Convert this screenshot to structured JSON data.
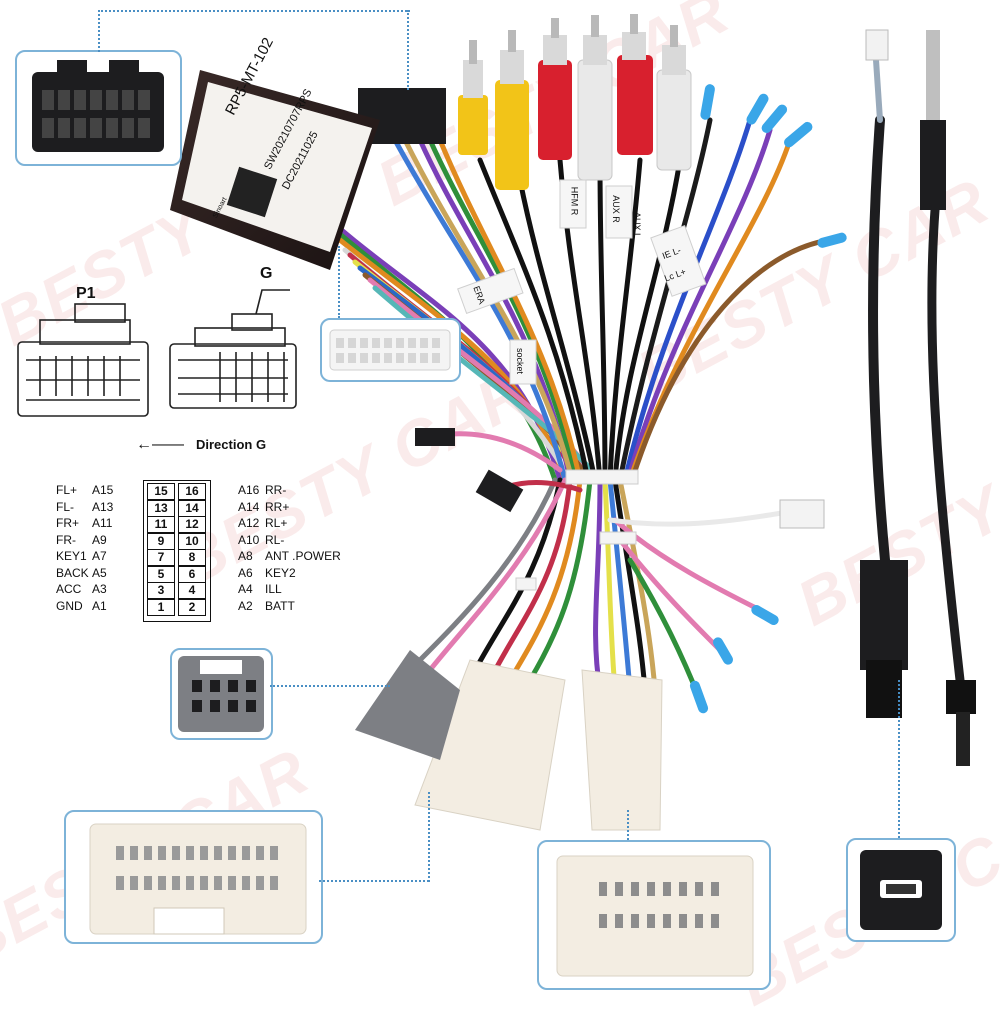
{
  "watermark": "BESTY CAR",
  "module": {
    "model": "RP5-MT-102",
    "line2": "SW20210707RPS",
    "line3": "DC20211025",
    "brand": "Sinoart"
  },
  "cable_tags": [
    "HFM R",
    "AUX R",
    "AUX L",
    "IE L-",
    "Lc L+",
    "ERA",
    "socket"
  ],
  "pin_diagram": {
    "p1_label": "P1",
    "g_label": "G",
    "direction": "Direction G",
    "rows": [
      {
        "lname": "FL+",
        "lpin": "A15",
        "lnum": "15",
        "rnum": "16",
        "rpin": "A16",
        "rname": "RR-"
      },
      {
        "lname": "FL-",
        "lpin": "A13",
        "lnum": "13",
        "rnum": "14",
        "rpin": "A14",
        "rname": "RR+"
      },
      {
        "lname": "FR+",
        "lpin": "A11",
        "lnum": "11",
        "rnum": "12",
        "rpin": "A12",
        "rname": "RL+"
      },
      {
        "lname": "FR-",
        "lpin": "A9",
        "lnum": "9",
        "rnum": "10",
        "rpin": "A10",
        "rname": "RL-"
      },
      {
        "lname": "KEY1",
        "lpin": "A7",
        "lnum": "7",
        "rnum": "8",
        "rpin": "A8",
        "rname": "ANT .POWER"
      },
      {
        "lname": "BACK",
        "lpin": "A5",
        "lnum": "5",
        "rnum": "6",
        "rpin": "A6",
        "rname": "KEY2"
      },
      {
        "lname": "ACC",
        "lpin": "A3",
        "lnum": "3",
        "rnum": "4",
        "rpin": "A4",
        "rname": "ILL"
      },
      {
        "lname": "GND",
        "lpin": "A1",
        "lnum": "1",
        "rnum": "2",
        "rpin": "A2",
        "rname": "BATT"
      }
    ]
  },
  "colors": {
    "inset_border": "#7db3d8",
    "leader_line": "#4a8fc4",
    "rca_red": "#d8202e",
    "rca_yellow": "#f2c418",
    "rca_white": "#e9e9e9",
    "connector_white": "#f3ede2",
    "connector_grey": "#7d7f84",
    "connector_black": "#1d1d1f"
  }
}
